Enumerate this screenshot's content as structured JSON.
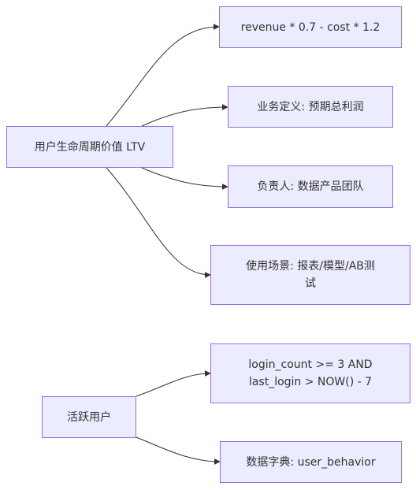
{
  "nodes": {
    "ltv": "用户生命周期价值 LTV",
    "formula": "revenue * 0.7 - cost * 1.2",
    "definition": "业务定义: 预期总利润",
    "owner": "负责人: 数据产品团队",
    "usage_line1": "使用场景: 报表/模型/AB测",
    "usage_line2": "试",
    "active": "活跃用户",
    "rule_line1": "login_count >= 3 AND",
    "rule_line2": "last_login > NOW() - 7",
    "dictionary": "数据字典: user_behavior"
  },
  "colors": {
    "node_fill": "#ECECFF",
    "node_border": "#9370DB",
    "edge": "#333333",
    "text": "#333333"
  }
}
